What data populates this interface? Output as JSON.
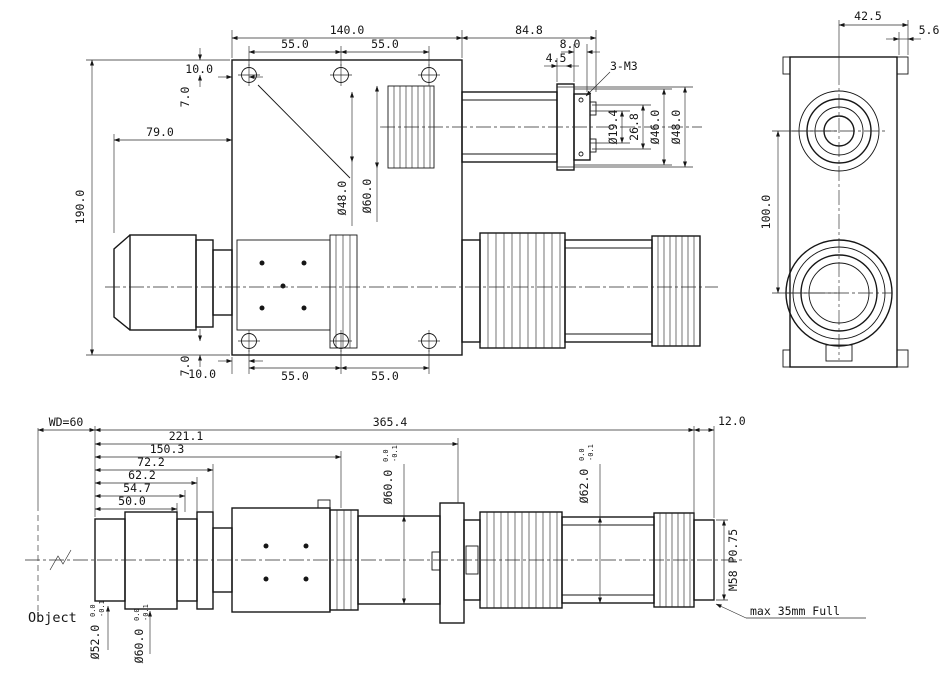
{
  "drawing": {
    "side_view": {
      "d140": "140.0",
      "d55_left": "55.0",
      "d55_right": "55.0",
      "d84_8": "84.8",
      "d8_0": "8.0",
      "d4_5": "4.5",
      "thread_3m3": "3-M3",
      "d10_top": "10.0",
      "d7_top": "7.0",
      "d79_0": "79.0",
      "d190_0": "190.0",
      "dia48_lens": "Ø48.0",
      "dia60_lens": "Ø60.0",
      "dia19_4": "Ø19.4",
      "d26_8": "26.8",
      "dia46_0": "Ø46.0",
      "dia48_mount": "Ø48.0",
      "d7_bottom": "7.0",
      "d10_bottom": "10.0",
      "d55_bottom_left": "55.0",
      "d55_bottom_right": "55.0"
    },
    "front_view": {
      "d42_5": "42.5",
      "d5_6": "5.6",
      "d100_0": "100.0"
    },
    "profile_view": {
      "wd": "WD=60",
      "d365_4": "365.4",
      "d221_1": "221.1",
      "d150_3": "150.3",
      "d72_2": "72.2",
      "d62_2": "62.2",
      "d54_7": "54.7",
      "d50_0": "50.0",
      "d12_0": "12.0",
      "dia60_mid": {
        "value": "Ø60.0",
        "tol_top": "0.0",
        "tol_bot": "-0.1"
      },
      "dia62": {
        "value": "Ø62.0",
        "tol_top": "0.0",
        "tol_bot": "-0.1"
      },
      "thread_m58": "M58 P0.75",
      "note_max": "max 35mm Full",
      "object_label": "Object",
      "dia52_front": {
        "value": "Ø52.0",
        "tol_top": "0.0",
        "tol_bot": "-0.1"
      },
      "dia60_front": {
        "value": "Ø60.0",
        "tol_top": "0.0",
        "tol_bot": "-0.1"
      }
    }
  }
}
